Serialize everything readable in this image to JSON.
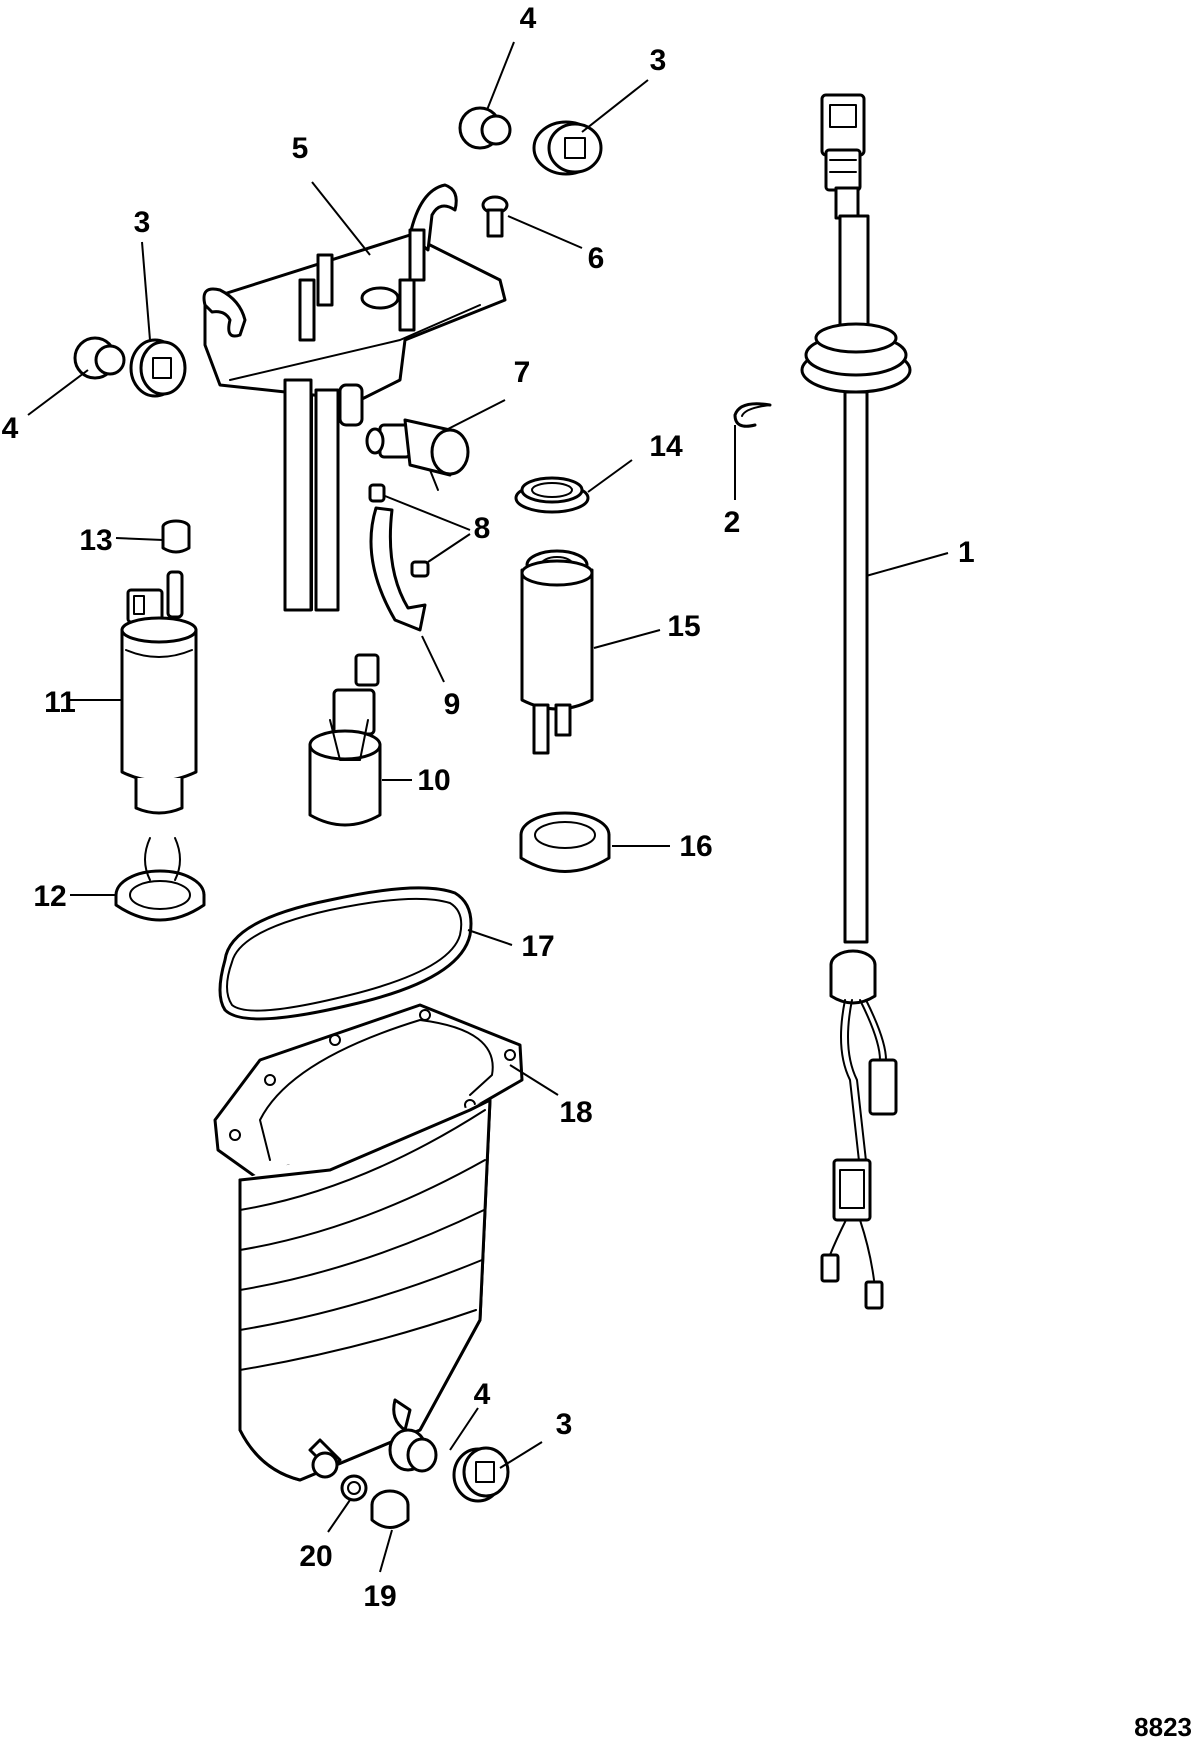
{
  "diagram": {
    "figure_id": "8823",
    "callouts": [
      {
        "id": "c1",
        "label": "1"
      },
      {
        "id": "c2",
        "label": "2"
      },
      {
        "id": "c3a",
        "label": "3"
      },
      {
        "id": "c3b",
        "label": "3"
      },
      {
        "id": "c3c",
        "label": "3"
      },
      {
        "id": "c4a",
        "label": "4"
      },
      {
        "id": "c4b",
        "label": "4"
      },
      {
        "id": "c4c",
        "label": "4"
      },
      {
        "id": "c5",
        "label": "5"
      },
      {
        "id": "c6",
        "label": "6"
      },
      {
        "id": "c7",
        "label": "7"
      },
      {
        "id": "c8",
        "label": "8"
      },
      {
        "id": "c9",
        "label": "9"
      },
      {
        "id": "c10",
        "label": "10"
      },
      {
        "id": "c11",
        "label": "11"
      },
      {
        "id": "c12",
        "label": "12"
      },
      {
        "id": "c13",
        "label": "13"
      },
      {
        "id": "c14",
        "label": "14"
      },
      {
        "id": "c15",
        "label": "15"
      },
      {
        "id": "c16",
        "label": "16"
      },
      {
        "id": "c17",
        "label": "17"
      },
      {
        "id": "c18",
        "label": "18"
      },
      {
        "id": "c19",
        "label": "19"
      },
      {
        "id": "c20",
        "label": "20"
      }
    ]
  }
}
